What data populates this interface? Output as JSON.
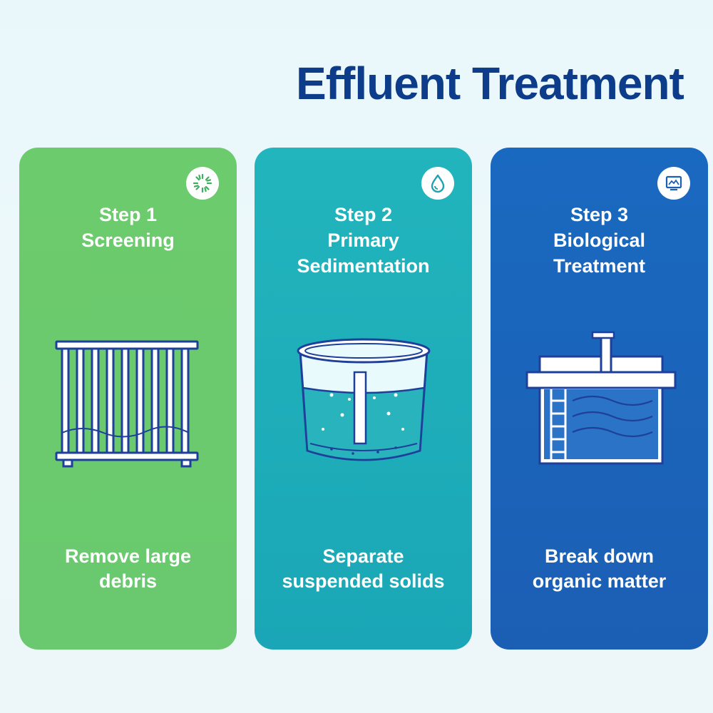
{
  "title": "Effluent Treatment",
  "colors": {
    "title": "#0d3c8a",
    "card_green": "#6ccb6c",
    "card_teal": "#22b5bd",
    "card_blue": "#1a69c0",
    "line_icon": "#1e3f9a"
  },
  "steps": [
    {
      "label": "Step 1",
      "name": "Screening",
      "description": "Remove large debris",
      "badge_icon": "sun-burst-icon",
      "illustration": "bar-screen-icon"
    },
    {
      "label": "Step 2",
      "name": "Primary Sedimentation",
      "description": "Separate suspended solids",
      "badge_icon": "water-drop-icon",
      "illustration": "sedimentation-tank-icon"
    },
    {
      "label": "Step 3",
      "name": "Biological Treatment",
      "description": "Break down organic matter",
      "badge_icon": "monitor-icon",
      "illustration": "aeration-basin-icon"
    }
  ]
}
